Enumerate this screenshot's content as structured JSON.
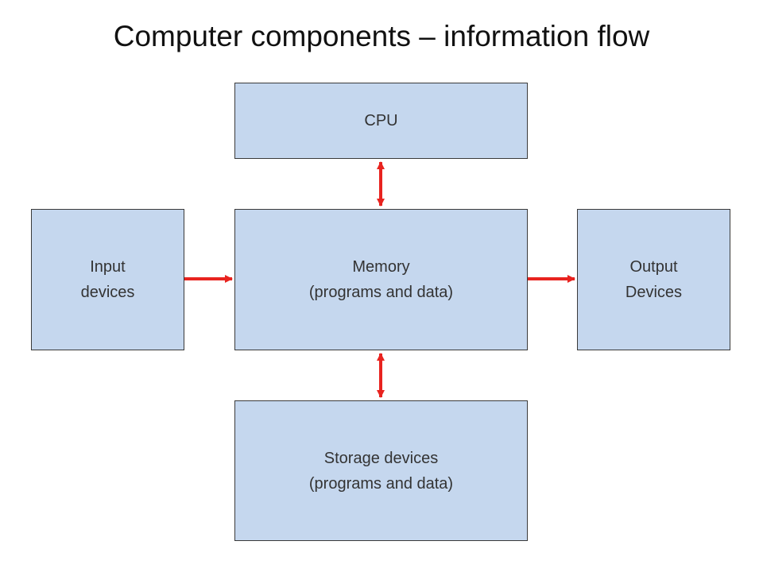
{
  "title": "Computer components – information flow",
  "boxes": {
    "cpu": {
      "line1": "CPU"
    },
    "memory": {
      "line1": "Memory",
      "line2": "(programs and data)"
    },
    "input": {
      "line1": "Input",
      "line2": "devices"
    },
    "output": {
      "line1": "Output",
      "line2": "Devices"
    },
    "storage": {
      "line1": "Storage devices",
      "line2": "(programs and data)"
    }
  },
  "colors": {
    "box_fill": "#c5d7ee",
    "box_border": "#3a3a3a",
    "arrow": "#e8231f"
  },
  "connections": [
    {
      "from": "cpu",
      "to": "memory",
      "direction": "bidirectional"
    },
    {
      "from": "input",
      "to": "memory",
      "direction": "forward"
    },
    {
      "from": "memory",
      "to": "output",
      "direction": "forward"
    },
    {
      "from": "memory",
      "to": "storage",
      "direction": "bidirectional"
    }
  ]
}
